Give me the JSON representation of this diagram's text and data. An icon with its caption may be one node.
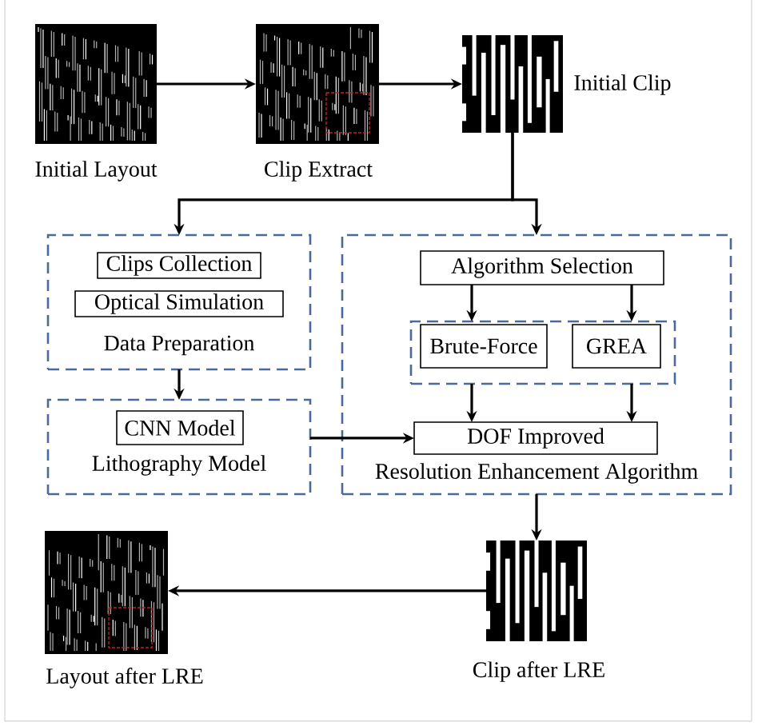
{
  "diagram": {
    "nodes": [
      {
        "text": [],
        "shape": "picture",
        "beside": [
          "Initial Layout"
        ]
      },
      {
        "text": [],
        "shape": "picture",
        "beside": [
          "Clip Extract"
        ]
      },
      {
        "text": [],
        "shape": "picture",
        "beside": [
          "Initial Clip"
        ]
      },
      {
        "text": [
          "Data Preparation"
        ]
      },
      {
        "text": [
          "Clips Collection"
        ],
        "in": 3
      },
      {
        "text": [
          "Optical Simulation"
        ],
        "in": 3
      },
      {
        "text": [
          "Lithography Model"
        ]
      },
      {
        "text": [
          "CNN Model"
        ],
        "in": 6
      },
      {
        "text": [
          "Resolution Enhancement Algorithm"
        ]
      },
      {
        "text": [
          "Algorithm Selection"
        ],
        "in": 8
      },
      {
        "text": [],
        "shape": "box",
        "in": 8
      },
      {
        "text": [
          "Brute-Force"
        ],
        "in": 10
      },
      {
        "text": [
          "GREA"
        ],
        "in": 10
      },
      {
        "text": [
          "DOF Improved"
        ],
        "in": 8
      },
      {
        "text": [],
        "shape": "picture",
        "beside": [
          "Layout after LRE"
        ]
      },
      {
        "text": [],
        "shape": "picture",
        "beside": [
          "Clip after LRE"
        ]
      }
    ],
    "edges": [
      {
        "from": 0,
        "to": 1,
        "arrow": "to"
      },
      {
        "from": 1,
        "to": 2,
        "arrow": "to"
      },
      {
        "from": 2,
        "to": 3,
        "arrow": "to"
      },
      {
        "from": 2,
        "to": 8,
        "arrow": "to"
      },
      {
        "from": 3,
        "to": 6,
        "arrow": "to"
      },
      {
        "from": 6,
        "to": 13,
        "arrow": "to"
      },
      {
        "from": 9,
        "to": 10,
        "arrow": "to"
      },
      {
        "from": 9,
        "to": 10,
        "arrow": "to"
      },
      {
        "from": 10,
        "to": 13,
        "arrow": "to"
      },
      {
        "from": 10,
        "to": 13,
        "arrow": "to"
      },
      {
        "from": 8,
        "to": 15,
        "arrow": "to"
      },
      {
        "from": 15,
        "to": 14,
        "arrow": "to"
      }
    ]
  }
}
